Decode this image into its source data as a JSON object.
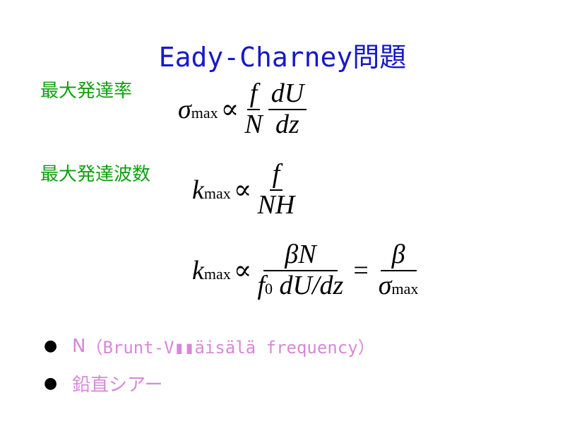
{
  "title": "Eady-Charney問題",
  "labels": {
    "growth_rate": "最大発達率",
    "wavenumber": "最大発達波数"
  },
  "equations": {
    "sigma": "σ",
    "max": "max",
    "prop": "∝",
    "f": "f",
    "N": "N",
    "dU": "dU",
    "dz": "dz",
    "k": "k",
    "NH": "NH",
    "betaN": "βN",
    "f0": "f",
    "zero": "0",
    "dUdz": "dU/dz",
    "eq": "=",
    "beta": "β"
  },
  "bullets": [
    {
      "lead": "N",
      "text": "（Brunt-V▮▮äisälä frequency）"
    },
    {
      "lead": "鉛直シアー",
      "text": ""
    }
  ],
  "colors": {
    "title": "#1818c8",
    "label": "#10a010",
    "bullet": "#d887d8"
  }
}
